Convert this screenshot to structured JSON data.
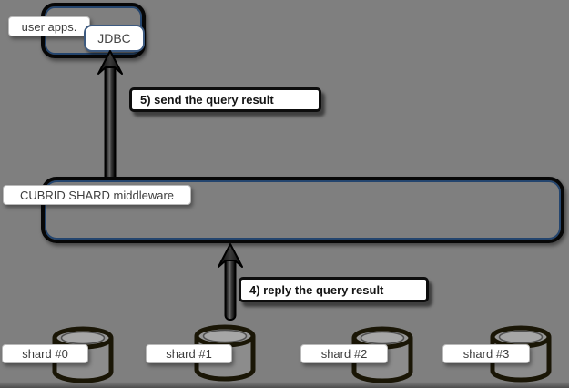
{
  "canvas": {
    "background": "#7f7f7f"
  },
  "nodes": {
    "user_apps": {
      "label": "user apps."
    },
    "jdbc": {
      "label": "JDBC"
    },
    "middleware": {
      "label": "CUBRID SHARD middleware"
    }
  },
  "steps": {
    "step5": "5) send the query result",
    "step4": "4) reply the query result"
  },
  "shards": {
    "items": [
      {
        "label": "shard #0"
      },
      {
        "label": "shard #1"
      },
      {
        "label": "shard #2"
      },
      {
        "label": "shard #3"
      }
    ]
  },
  "colors": {
    "background": "#7f7f7f",
    "frame_border": "#070707",
    "frame_inner_line": "#24456e",
    "jdbc_border": "#3d5a80",
    "callout_border": "#0d0d0d",
    "arrow_fill": "#111111",
    "cylinder_stroke": "#1a1606",
    "label_text": "#3d3d3d"
  }
}
